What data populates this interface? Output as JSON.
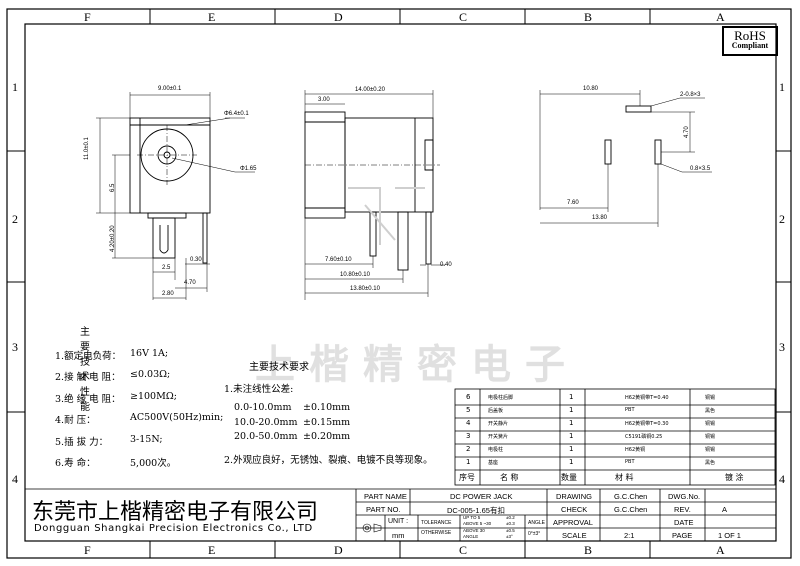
{
  "zones": {
    "columns": [
      "F",
      "E",
      "D",
      "C",
      "B",
      "A"
    ],
    "rows": [
      "1",
      "2",
      "3",
      "4"
    ]
  },
  "rohs": {
    "line1": "RoHS",
    "line2": "Compliant"
  },
  "watermark": "上楷精密电子",
  "dims": {
    "front_width": "9.00±0.1",
    "front_height": "11.0±0.1",
    "front_center": "6.5",
    "front_pin_h": "4.20±0.20",
    "front_hole": "Φ6.4±0.1",
    "front_pin_dia": "Φ1.65",
    "front_pin_a": "2.5",
    "front_pin_b": "0.30",
    "front_pin_c": "4.70",
    "front_pin_d": "2.80",
    "side_len": "14.00±0.20",
    "side_front": "3.00",
    "side_a": "7.60±0.10",
    "side_b": "10.80±0.10",
    "side_c": "13.80±0.10",
    "side_d": "0.40",
    "pcb_a": "10.80",
    "pcb_b": "2-0.8×3",
    "pcb_c": "4.70",
    "pcb_d": "0.8×3.5",
    "pcb_e": "7.60",
    "pcb_f": "13.80"
  },
  "specs": {
    "title": "主要技术性能",
    "items": [
      {
        "label": "1.额定电负荷：",
        "value": "16V 1A;"
      },
      {
        "label": "2.接 触 电 阻：",
        "value": "≤0.03Ω;"
      },
      {
        "label": "3.绝 缘 电 阻：",
        "value": "≥100MΩ;"
      },
      {
        "label": "4.耐      压：",
        "value": "AC500V(50Hz)min;"
      },
      {
        "label": "5.插   拔   力：",
        "value": "3-15N;"
      },
      {
        "label": "6.寿      命：",
        "value": "5,000次。"
      }
    ]
  },
  "requirements": {
    "title": "主要技术要求",
    "line1": "1.未注线性公差:",
    "tolerances": [
      {
        "range": "0.0-10.0mm",
        "tol": "±0.10mm"
      },
      {
        "range": "10.0-20.0mm",
        "tol": "±0.15mm"
      },
      {
        "range": "20.0-50.0mm",
        "tol": "±0.20mm"
      }
    ],
    "line2": "2.外观应良好，无锈蚀、裂痕、电镀不良等现象。"
  },
  "bom": {
    "header": {
      "no": "序号",
      "name": "名    称",
      "qty": "数量",
      "material": "材    料",
      "finish": "镀    涂"
    },
    "rows": [
      {
        "no": "6",
        "name": "电极柱后脚",
        "qty": "1",
        "material": "H62黄铜带T=0.40",
        "finish": "铜锡"
      },
      {
        "no": "5",
        "name": "后盖板",
        "qty": "1",
        "material": "PBT",
        "finish": "黑色"
      },
      {
        "no": "4",
        "name": "开关静片",
        "qty": "1",
        "material": "H62黄铜带T=0.30",
        "finish": "铜锡"
      },
      {
        "no": "3",
        "name": "开关簧片",
        "qty": "1",
        "material": "C5191磷铜0.25",
        "finish": "铜锡"
      },
      {
        "no": "2",
        "name": "电极柱",
        "qty": "1",
        "material": "H62黄铜",
        "finish": "铜锡"
      },
      {
        "no": "1",
        "name": "基座",
        "qty": "1",
        "material": "PBT",
        "finish": "黑色"
      }
    ]
  },
  "company": {
    "cn": "东莞市上楷精密电子有限公司",
    "en": "Dongguan Shangkai Precision Electronics Co., LTD"
  },
  "titleblock": {
    "part_name_label": "PART NAME",
    "part_name": "DC POWER JACK",
    "part_no_label": "PART NO.",
    "part_no": "DC-005-1.65有扣",
    "unit_label": "UNIT :",
    "unit": "mm",
    "tolerance_label": "TOLERANCE",
    "otherwise_label": "OTHERWISE",
    "tol_rows": [
      {
        "range": "UP TO 5",
        "tol": "±0.2"
      },
      {
        "range": "ABOVE 5 ~30",
        "tol": "±0.3"
      },
      {
        "range": "ABOVE 30",
        "tol": "±0.5"
      },
      {
        "range": "ANGLE",
        "tol": "±3°"
      }
    ],
    "angle_label": "ANGLE",
    "angle_value": "0°±3°",
    "drawing_label": "DRAWING",
    "drawing": "G.C.Chen",
    "check_label": "CHECK",
    "check": "G.C.Chen",
    "approval_label": "APPROVAL",
    "scale_label": "SCALE",
    "scale": "2:1",
    "dwg_no_label": "DWG.No.",
    "rev_label": "REV.",
    "rev": "A",
    "date_label": "DATE",
    "page_label": "PAGE",
    "page": "1 OF 1"
  }
}
